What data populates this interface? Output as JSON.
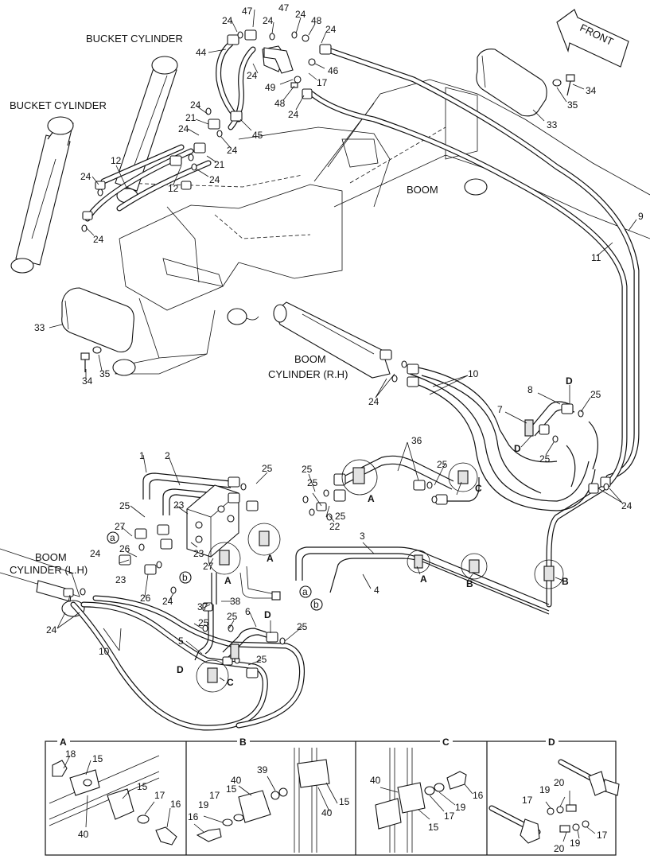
{
  "captions": {
    "bucket_cylinder_top": "BUCKET CYLINDER",
    "bucket_cylinder_left": "BUCKET CYLINDER",
    "boom": "BOOM",
    "boom_cyl_rh_1": "BOOM",
    "boom_cyl_rh_2": "CYLINDER (R.H)",
    "boom_cyl_lh_1": "BOOM",
    "boom_cyl_lh_2": "CYLINDER (L.H)",
    "front": "FRONT"
  },
  "detail_titles": {
    "a": "A",
    "b": "B",
    "c": "C",
    "d": "D"
  },
  "callouts": {
    "c1": "24",
    "c2": "47",
    "c3": "24",
    "c4": "24",
    "c5": "48",
    "c6": "24",
    "c7": "47",
    "c8": "44",
    "c9": "24",
    "c10": "46",
    "c11": "17",
    "c12": "49",
    "c13": "48",
    "c14": "24",
    "c15": "24",
    "c16": "21",
    "c17": "24",
    "c18": "45",
    "c19": "24",
    "c20": "21",
    "c21": "24",
    "c22": "12",
    "c23": "12",
    "c24": "24",
    "c25": "24",
    "c26": "34",
    "c27": "35",
    "c28": "33",
    "c29": "9",
    "c30": "11",
    "c31": "33",
    "c32": "34",
    "c33": "35",
    "c34": "24",
    "c35": "10",
    "c36": "8",
    "c37": "D",
    "c38": "25",
    "c39": "7",
    "c40": "D",
    "c41": "25",
    "c42": "24",
    "c43": "1",
    "c44": "2",
    "c45": "25",
    "c46": "25",
    "c47": "36",
    "c48": "25",
    "c49": "C",
    "c50": "A",
    "c51": "25",
    "c52": "22",
    "c53": "25",
    "c54": "23",
    "c55": "25",
    "c56": "27",
    "c57": "a",
    "c58": "24",
    "c59": "26",
    "c60": "23",
    "c61": "23",
    "c62": "27",
    "c63": "b",
    "c64": "26",
    "c65": "24",
    "c66": "A",
    "c67": "A",
    "c68": "3",
    "c69": "4",
    "c70": "A",
    "c71": "B",
    "c72": "B",
    "c73": "a",
    "c74": "b",
    "c75": "37",
    "c76": "38",
    "c77": "25",
    "c78": "25",
    "c79": "6",
    "c80": "D",
    "c81": "25",
    "c82": "5",
    "c83": "25",
    "c84": "D",
    "c85": "C",
    "c86": "24",
    "c87": "10"
  },
  "detail_a": {
    "l1": "18",
    "l2": "15",
    "l3": "15",
    "l4": "17",
    "l5": "16",
    "l6": "40"
  },
  "detail_b": {
    "l1": "40",
    "l2": "17",
    "l3": "15",
    "l4": "39",
    "l5": "19",
    "l6": "16",
    "l7": "15",
    "l8": "40"
  },
  "detail_c": {
    "l1": "40",
    "l2": "16",
    "l3": "19",
    "l4": "17",
    "l5": "15"
  },
  "detail_d": {
    "l1": "20",
    "l2": "19",
    "l3": "17",
    "l4": "20",
    "l5": "19",
    "l6": "17"
  },
  "icons": {
    "front_arrow": "front-arrow-icon",
    "circle_marker": "circle-marker-icon"
  }
}
